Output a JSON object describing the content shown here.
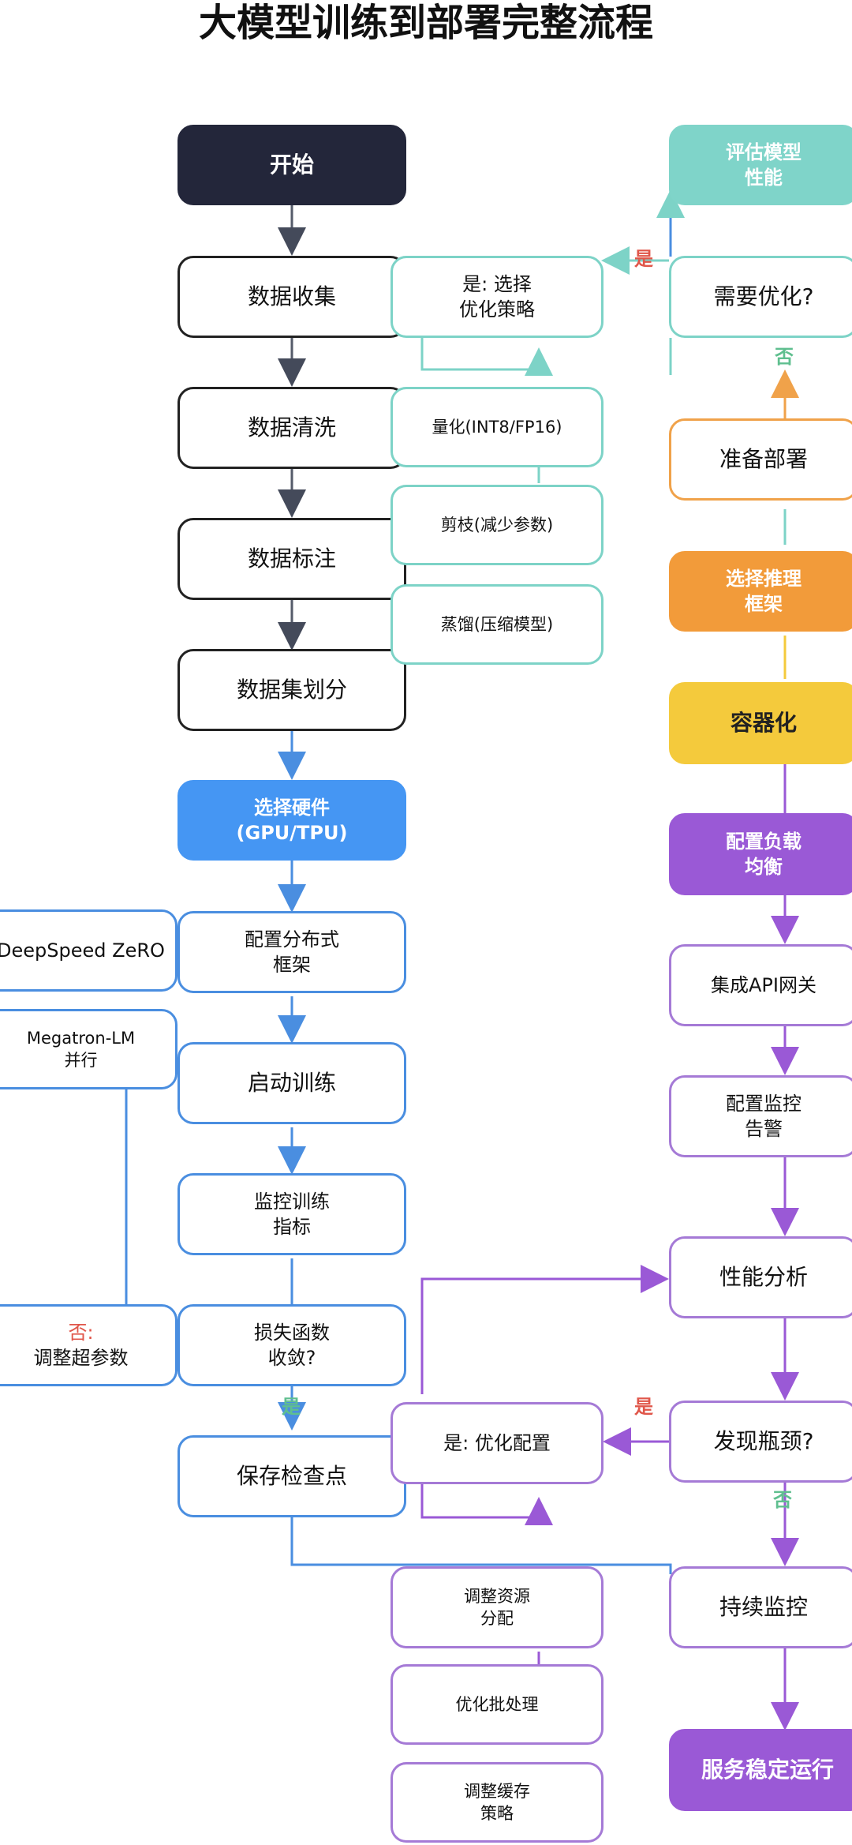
{
  "title": "大模型训练到部署完整流程",
  "nodes": {
    "start": "开始",
    "data_collect": "数据收集",
    "data_clean": "数据清洗",
    "data_label": "数据标注",
    "data_split": "数据集划分",
    "select_hw": "选择硬件\n(GPU/TPU)",
    "config_dist": "配置分布式\n框架",
    "deepspeed": "DeepSpeed ZeRO",
    "megatron": "Megatron-LM\n并行",
    "start_train": "启动训练",
    "monitor_train": "监控训练\n指标",
    "loss_conv": "损失函数\n收敛?",
    "adjust_hparams": "否:\n调整超参数",
    "save_ckpt": "保存检查点",
    "eval_model": "评估模型\n性能",
    "need_opt": "需要优化?",
    "choose_opt": "是: 选择\n优化策略",
    "quant": "量化(INT8/FP16)",
    "prune": "剪枝(减少参数)",
    "distill": "蒸馏(压缩模型)",
    "prep_deploy": "准备部署",
    "select_infer": "选择推理\n框架",
    "containerize": "容器化",
    "load_balance": "配置负载\n均衡",
    "api_gateway": "集成API网关",
    "config_alert": "配置监控\n告警",
    "perf_analysis": "性能分析",
    "find_bottleneck": "发现瓶颈?",
    "opt_config": "是: 优化配置",
    "cont_monitor": "持续监控",
    "adjust_res": "调整资源\n分配",
    "opt_batch": "优化批处理",
    "adjust_cache": "调整缓存\n策略",
    "stable": "服务稳定运行"
  },
  "edge_labels": {
    "yes_top": "是",
    "no_top": "否",
    "yes_loss": "是",
    "yes_bottleneck": "是",
    "no_bottleneck": "否"
  },
  "colors": {
    "dark": "#23263a",
    "blue": "#4596f3",
    "teal": "#7fd4c9",
    "orange": "#f29b3a",
    "yellow": "#f4ca3c",
    "purple": "#9a59d6",
    "yes_green": "#5fbf8f",
    "yes_red": "#e0564a"
  }
}
